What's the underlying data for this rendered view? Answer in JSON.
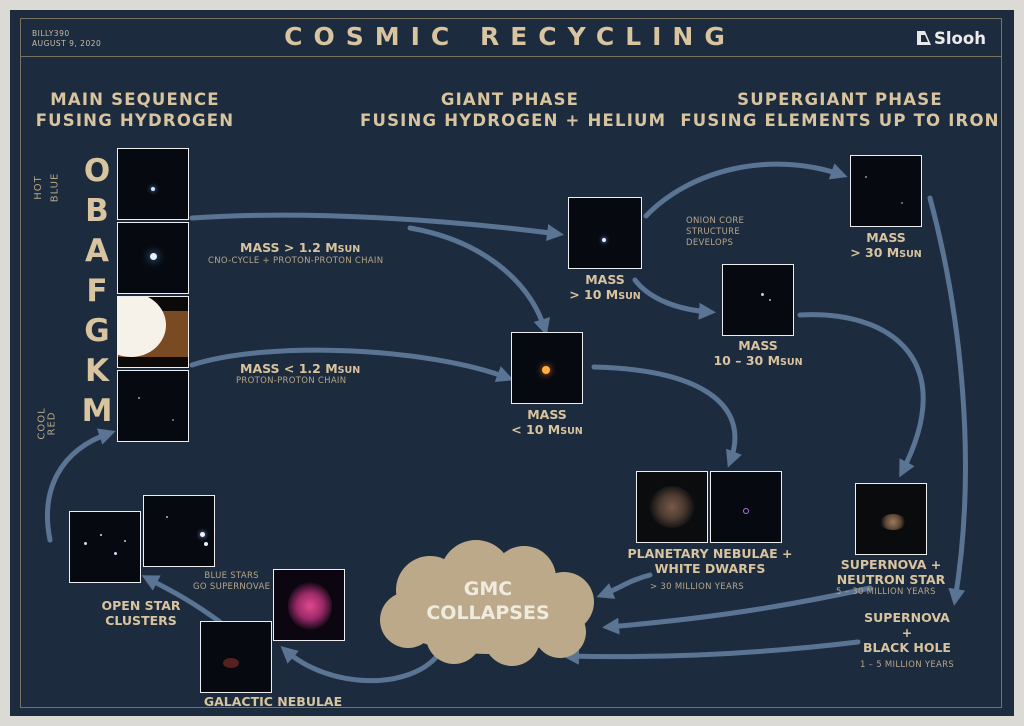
{
  "header": {
    "author": "BILLY390",
    "date": "AUGUST 9, 2020",
    "title": "COSMIC RECYCLING",
    "logo_text": "Slooh"
  },
  "columns": {
    "main_sequence": [
      "MAIN SEQUENCE",
      "FUSING HYDROGEN"
    ],
    "giant": [
      "GIANT PHASE",
      "FUSING HYDROGEN + HELIUM"
    ],
    "supergiant": [
      "SUPERGIANT PHASE",
      "FUSING ELEMENTS UP TO IRON"
    ]
  },
  "spectral": {
    "classes": [
      "O",
      "B",
      "A",
      "F",
      "G",
      "K",
      "M"
    ],
    "hot": [
      "HOT",
      "BLUE"
    ],
    "cool": [
      "COOL",
      "RED"
    ]
  },
  "paths": {
    "high_mass": {
      "mass": "MASS > 1.2 M",
      "sub": "SUN",
      "note": "CNO-CYCLE + PROTON-PROTON CHAIN"
    },
    "low_mass": {
      "mass": "MASS < 1.2 M",
      "sub": "SUN",
      "note": "PROTON-PROTON CHAIN"
    }
  },
  "giants": {
    "gt10": {
      "line1": "MASS",
      "line2": "> 10 M",
      "sub": "SUN"
    },
    "lt10": {
      "line1": "MASS",
      "line2": "< 10 M",
      "sub": "SUN"
    }
  },
  "supergiants": {
    "gt30": {
      "line1": "MASS",
      "line2": "> 30 M",
      "sub": "SUN"
    },
    "range": {
      "line1": "MASS",
      "line2": "10 – 30 M",
      "sub": "SUN"
    },
    "onion": [
      "ONION CORE",
      "STRUCTURE",
      "DEVELOPS"
    ]
  },
  "endings": {
    "planetary": {
      "line1": "PLANETARY NEBULAE +",
      "line2": "WHITE DWARFS",
      "time": "> 30 MILLION YEARS"
    },
    "neutron": {
      "line1": "SUPERNOVA +",
      "line2": "NEUTRON STAR",
      "time": "5 – 30 MILLION YEARS"
    },
    "black_hole": {
      "line1": "SUPERNOVA",
      "line2": "+",
      "line3": "BLACK HOLE",
      "time": "1 – 5 MILLION YEARS"
    }
  },
  "cycle": {
    "gmc": [
      "GMC",
      "COLLAPSES"
    ],
    "galactic": "GALACTIC NEBULAE",
    "open_clusters": [
      "OPEN STAR",
      "CLUSTERS"
    ],
    "blue_stars": [
      "BLUE STARS",
      "GO SUPERNOVAE"
    ]
  },
  "colors": {
    "background": "#1d2b3e",
    "text": "#d8c49e",
    "arrow": "#5a7594",
    "cloud": "#bba98a"
  }
}
